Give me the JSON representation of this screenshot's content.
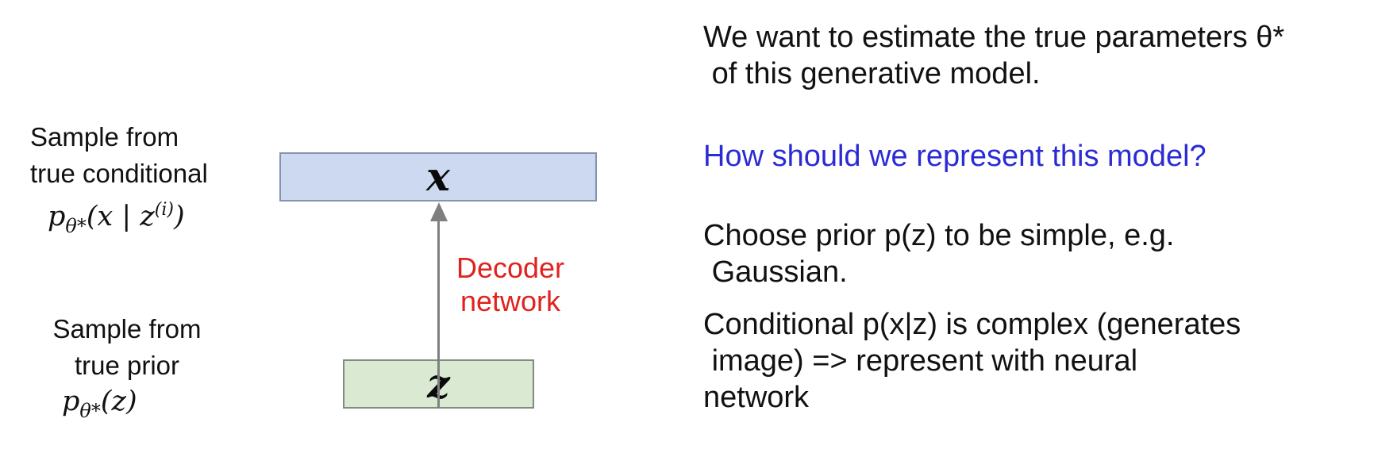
{
  "colors": {
    "background": "#ffffff",
    "text": "#111111",
    "question_blue": "#2b2bd5",
    "decoder_red": "#e0231e",
    "x_box_fill": "#ccd9f0",
    "x_box_border": "#8494ad",
    "z_box_fill": "#d9e9d2",
    "z_box_border": "#7f8c7f",
    "arrow_gray": "#7f7f7f"
  },
  "left": {
    "conditional_label": "Sample from\ntrue conditional",
    "conditional_formula": {
      "base": "p",
      "sub": "θ*",
      "mid": "(x | z",
      "sup": "(i)",
      "end": ")"
    },
    "prior_label": "Sample from\ntrue prior",
    "prior_formula": {
      "base": "p",
      "sub": "θ*",
      "arg": "(z)"
    }
  },
  "diagram": {
    "x_node_label": "x",
    "z_node_label": "z",
    "decoder_label": "Decoder\nnetwork"
  },
  "right": {
    "para_estimate": "We want to estimate the true parameters θ*\n of this generative model.",
    "question": "How should we represent this model?",
    "para_prior": "Choose prior p(z) to be simple, e.g.\n Gaussian.",
    "para_conditional": "Conditional p(x|z) is complex (generates\n image) => represent with neural\nnetwork"
  }
}
